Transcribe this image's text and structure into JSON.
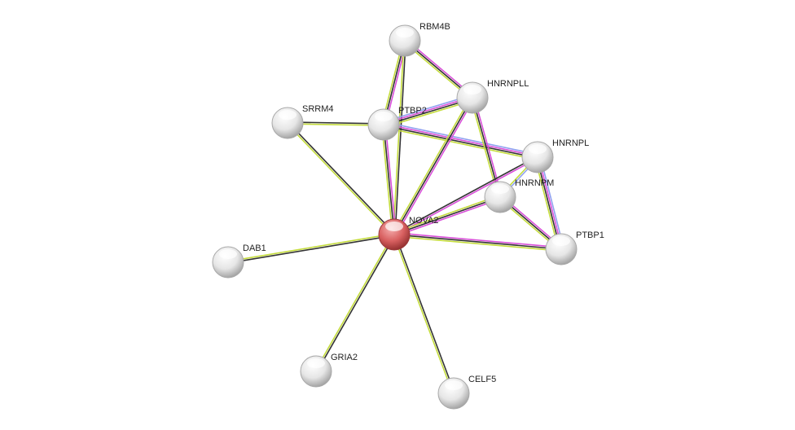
{
  "title": "Protein interaction network",
  "channel_colors": {
    "experimental": "#d94fd9",
    "coexpression": "#333333",
    "textmining": "#c4dc3c",
    "database": "#8fa0f0"
  },
  "nodes": [
    {
      "id": "RBM4B",
      "label": "RBM4B",
      "query": false
    },
    {
      "id": "HNRNPLL",
      "label": "HNRNPLL",
      "query": false
    },
    {
      "id": "SRRM4",
      "label": "SRRM4",
      "query": false
    },
    {
      "id": "PTBP2",
      "label": "PTBP2",
      "query": false
    },
    {
      "id": "HNRNPL",
      "label": "HNRNPL",
      "query": false
    },
    {
      "id": "HNRNPM",
      "label": "HNRNPM",
      "query": false
    },
    {
      "id": "NOVA2",
      "label": "NOVA2",
      "query": true
    },
    {
      "id": "PTBP1",
      "label": "PTBP1",
      "query": false
    },
    {
      "id": "DAB1",
      "label": "DAB1",
      "query": false
    },
    {
      "id": "GRIA2",
      "label": "GRIA2",
      "query": false
    },
    {
      "id": "CELF5",
      "label": "CELF5",
      "query": false
    }
  ],
  "edges": [
    {
      "a": "RBM4B",
      "b": "PTBP2",
      "channels": [
        "experimental",
        "coexpression",
        "textmining"
      ]
    },
    {
      "a": "RBM4B",
      "b": "NOVA2",
      "channels": [
        "coexpression",
        "textmining"
      ]
    },
    {
      "a": "RBM4B",
      "b": "HNRNPLL",
      "channels": [
        "experimental",
        "coexpression",
        "textmining"
      ]
    },
    {
      "a": "SRRM4",
      "b": "PTBP2",
      "channels": [
        "coexpression",
        "textmining"
      ]
    },
    {
      "a": "SRRM4",
      "b": "NOVA2",
      "channels": [
        "coexpression",
        "textmining"
      ]
    },
    {
      "a": "PTBP2",
      "b": "HNRNPLL",
      "channels": [
        "database",
        "experimental",
        "coexpression",
        "textmining"
      ]
    },
    {
      "a": "PTBP2",
      "b": "HNRNPL",
      "channels": [
        "database",
        "experimental",
        "coexpression",
        "textmining"
      ]
    },
    {
      "a": "PTBP2",
      "b": "NOVA2",
      "channels": [
        "experimental",
        "coexpression",
        "textmining"
      ]
    },
    {
      "a": "HNRNPLL",
      "b": "NOVA2",
      "channels": [
        "experimental",
        "coexpression",
        "textmining"
      ]
    },
    {
      "a": "HNRNPLL",
      "b": "HNRNPM",
      "channels": [
        "experimental",
        "coexpression",
        "textmining"
      ]
    },
    {
      "a": "HNRNPL",
      "b": "NOVA2",
      "channels": [
        "experimental",
        "coexpression"
      ]
    },
    {
      "a": "HNRNPL",
      "b": "HNRNPM",
      "channels": [
        "database",
        "textmining"
      ]
    },
    {
      "a": "HNRNPL",
      "b": "PTBP1",
      "channels": [
        "database",
        "experimental",
        "coexpression",
        "textmining"
      ]
    },
    {
      "a": "HNRNPM",
      "b": "NOVA2",
      "channels": [
        "experimental",
        "coexpression",
        "textmining"
      ]
    },
    {
      "a": "HNRNPM",
      "b": "PTBP1",
      "channels": [
        "experimental",
        "coexpression",
        "textmining"
      ]
    },
    {
      "a": "NOVA2",
      "b": "PTBP1",
      "channels": [
        "experimental",
        "coexpression",
        "textmining"
      ]
    },
    {
      "a": "NOVA2",
      "b": "DAB1",
      "channels": [
        "coexpression",
        "textmining"
      ]
    },
    {
      "a": "NOVA2",
      "b": "GRIA2",
      "channels": [
        "coexpression",
        "textmining"
      ]
    },
    {
      "a": "NOVA2",
      "b": "CELF5",
      "channels": [
        "coexpression",
        "textmining"
      ]
    }
  ]
}
